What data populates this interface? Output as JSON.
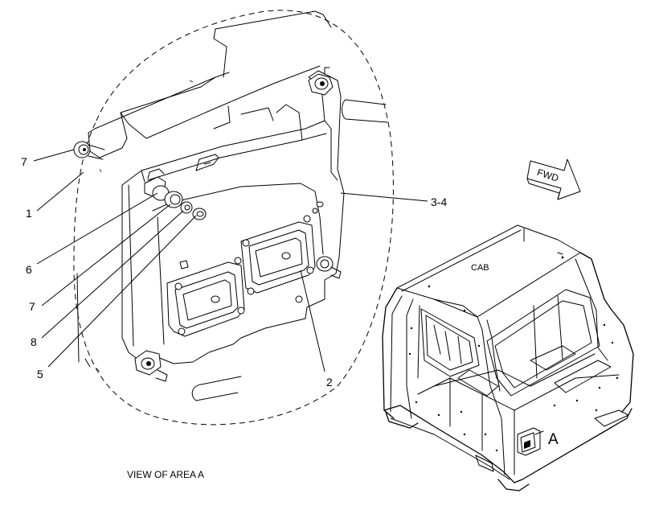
{
  "callouts": {
    "c7_top": "7",
    "c1": "1",
    "c6": "6",
    "c7_mid": "7",
    "c8": "8",
    "c5": "5",
    "c2": "2",
    "c3_4": "3-4"
  },
  "labels": {
    "view_caption": "VIEW OF AREA A",
    "cab": "CAB",
    "area_marker": "A",
    "fwd": "FWD"
  }
}
